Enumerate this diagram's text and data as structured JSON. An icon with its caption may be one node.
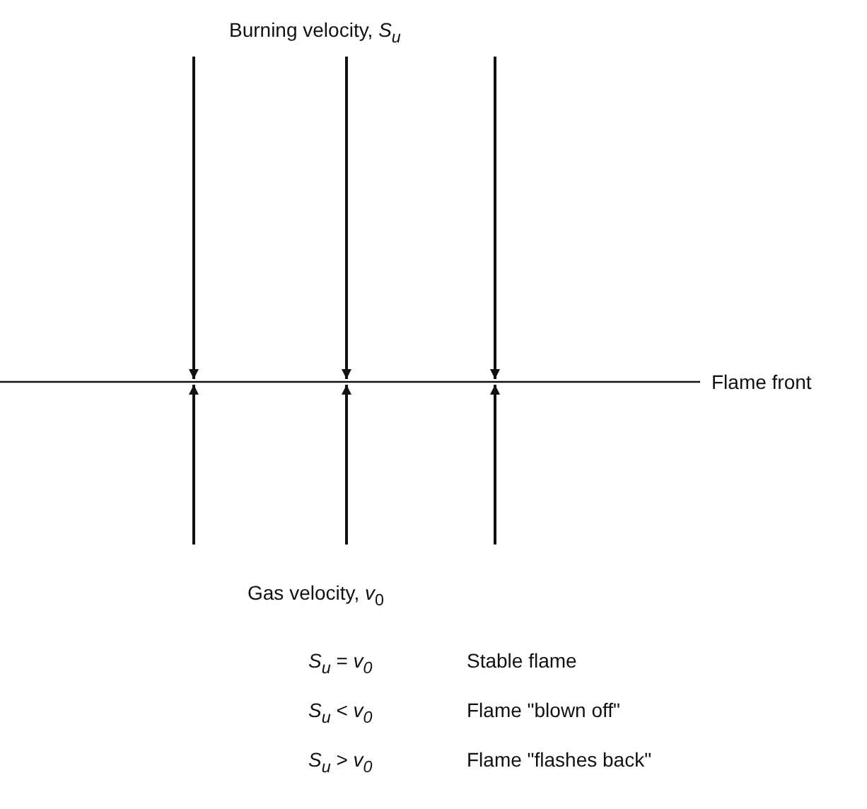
{
  "diagram": {
    "labels": [
      "Burning velocity, *S*$_{u}$",
      "Flame front",
      "Gas velocity, *v*$_{0}$",
      "*S*$_{u}$ = *v*$_{0}$",
      "Stable flame",
      "*S*$_{u}$ < *v*$_{0}$",
      "Flame \"blown off\"",
      "*S*$_{u}$ > *v*$_{0}$",
      "Flame \"flashes back\""
    ]
  }
}
